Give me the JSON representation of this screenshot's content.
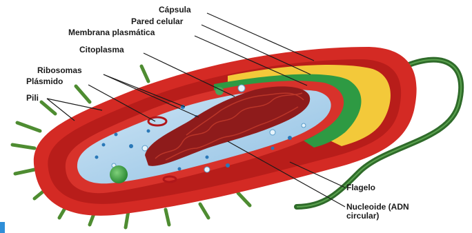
{
  "labels": {
    "capsula": "Cápsula",
    "pared_celular": "Pared celular",
    "membrana": "Membrana plasmática",
    "citoplasma": "Citoplasma",
    "ribosomas": "Ribosomas",
    "plasmido": "Plásmido",
    "pili": "Pili",
    "flagelo": "Flagelo",
    "nucleoide_line1": "Nucleoide (ADN",
    "nucleoide_line2": "circular)"
  },
  "colors": {
    "capsule": "#d42a24",
    "cell_wall": "#f3c93a",
    "membrane": "#2e9a43",
    "cytoplasm": "#9fcbe8",
    "nucleoid": "#8e1b1b",
    "flagellum": "#2f6b2a",
    "pili": "#4e8c31",
    "leader_lines": "#1a1a1a"
  }
}
